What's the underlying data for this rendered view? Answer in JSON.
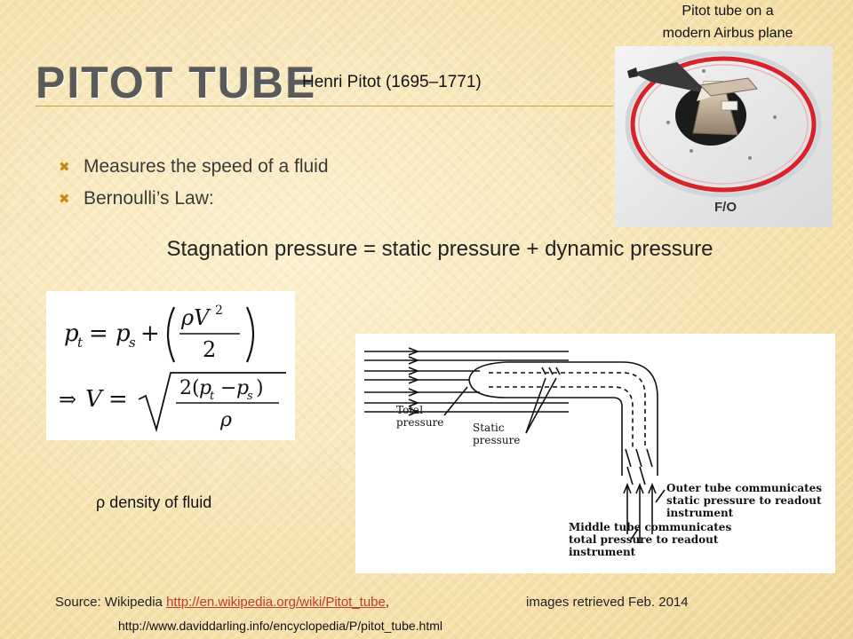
{
  "slide": {
    "title": "PITOT TUBE",
    "subtitle": "Henri Pitot (1695–1771)",
    "bullets": [
      "Measures the speed of a fluid",
      "Bernoulli’s Law:"
    ],
    "bernoulli_statement": "Stagnation pressure = static pressure + dynamic pressure",
    "photo_caption_line1": "Pitot tube on a",
    "photo_caption_line2": "modern Airbus plane",
    "photo_label": "F/O",
    "density_note": "ρ  density of fluid",
    "source_prefix": "Source: Wikipedia ",
    "source_link": "http://en.wikipedia.org/wiki/Pitot_tube",
    "source_comma": ",",
    "retrieved": "images retrieved Feb. 2014",
    "source2": "http://www.daviddarling.info/encyclopedia/P/pitot_tube.html"
  },
  "diagram": {
    "label_total": [
      "Total",
      "pressure"
    ],
    "label_static": [
      "Static",
      "pressure"
    ],
    "label_outer": [
      "Outer tube communicates",
      "static pressure to readout",
      "instrument"
    ],
    "label_middle": [
      "Middle tube communicates",
      "total pressure to readout",
      "instrument"
    ]
  },
  "colors": {
    "accent": "#c8891b",
    "link": "#c0392b",
    "title": "#5a5a5a"
  }
}
